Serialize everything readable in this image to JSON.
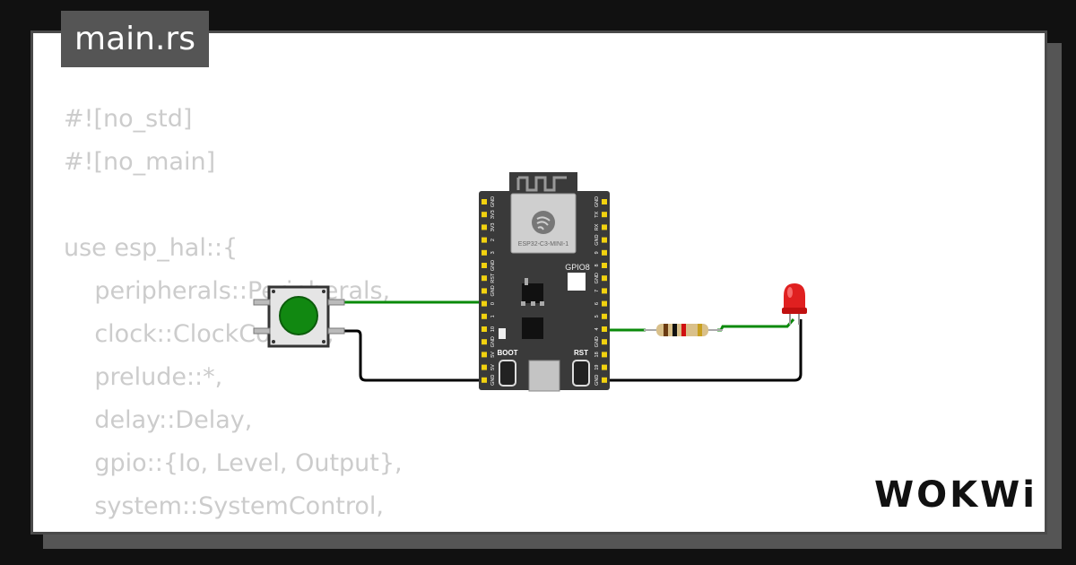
{
  "tab": {
    "filename": "main.rs"
  },
  "code": {
    "lines": [
      "#![no_std]",
      "#![no_main]",
      "",
      "use esp_hal::{",
      "    peripherals::Peripherals,",
      "    clock::ClockControl,",
      "    prelude::*,",
      "    delay::Delay,",
      "    gpio::{Io, Level, Output},",
      "    system::SystemControl,",
      "};"
    ]
  },
  "board": {
    "module_label": "ESP32-C3-MINI-1",
    "gpio_led_label": "GPIO8",
    "boot_label": "BOOT",
    "rst_label": "RST",
    "left_pins": [
      "GND",
      "3V3",
      "3V3",
      "2",
      "3",
      "GND",
      "RST",
      "GND",
      "0",
      "1",
      "10",
      "GND",
      "5V",
      "5V",
      "GND"
    ],
    "right_pins": [
      "GND",
      "TX",
      "RX",
      "GND",
      "9",
      "8",
      "GND",
      "7",
      "6",
      "5",
      "4",
      "GND",
      "18",
      "19",
      "GND"
    ]
  },
  "logo": {
    "text": "WOKWi"
  },
  "colors": {
    "background": "#111111",
    "card": "#ffffff",
    "tab": "#555555",
    "code_text": "#cccccc",
    "board": "#3a3a3a",
    "pin_header": "#f2d20f",
    "button_cap": "#118811",
    "led": "#e02020",
    "wire_green": "#0a8a0a",
    "wire_black": "#000000"
  }
}
